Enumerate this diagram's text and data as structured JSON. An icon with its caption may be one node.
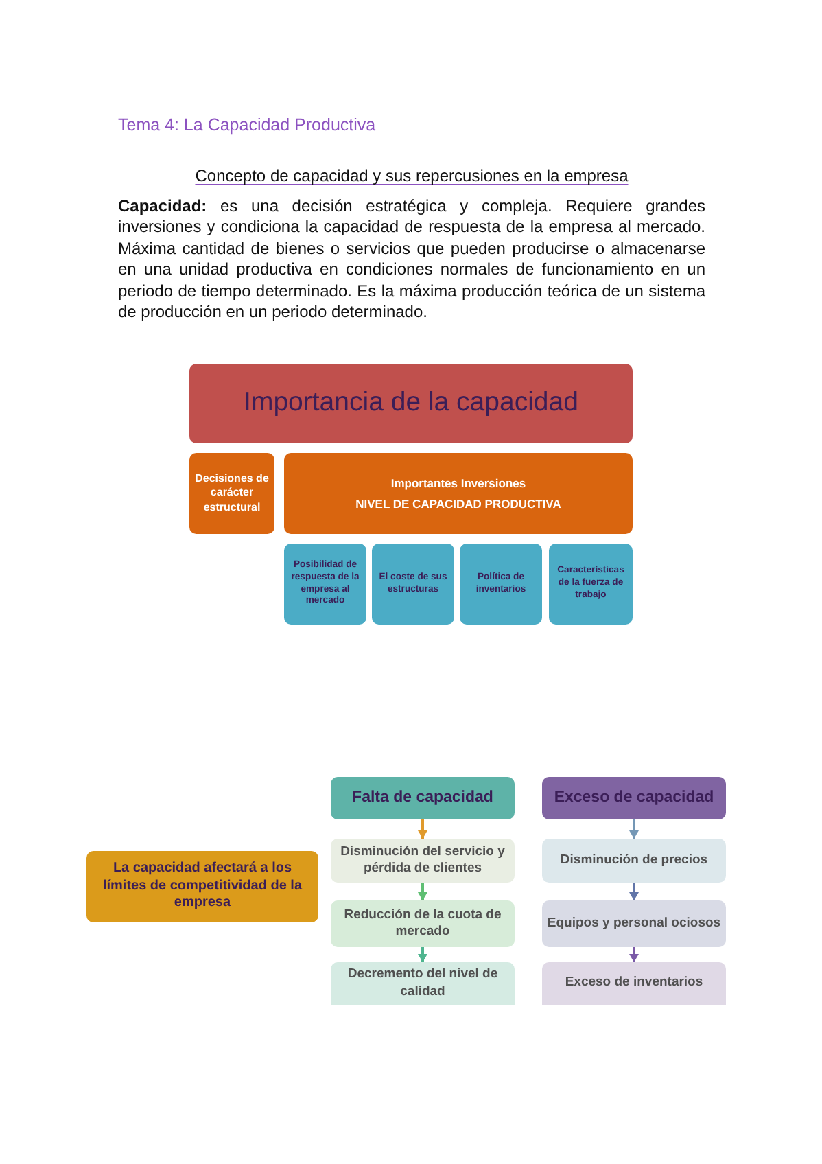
{
  "diagram": {
    "title": "Tema 4: La Capacidad Productiva",
    "nodes": [
      {
        "text": [
          "Importancia de la capacidad"
        ]
      },
      {
        "text": [
          "Decisiones de carácter estructural"
        ]
      },
      {
        "text": [
          "Importantes Inversiones",
          "NIVEL DE CAPACIDAD PRODUCTIVA"
        ]
      },
      {
        "text": [
          "Posibilidad de respuesta de la empresa al mercado"
        ]
      },
      {
        "text": [
          "El coste de sus estructuras"
        ]
      },
      {
        "text": [
          "Política de inventarios"
        ]
      },
      {
        "text": [
          "Características de la fuerza de trabajo"
        ]
      },
      {
        "text": [
          "La capacidad afectará a los límites de competitividad de la empresa"
        ]
      },
      {
        "text": [
          "Falta de capacidad"
        ]
      },
      {
        "text": [
          "Disminución del servicio y pérdida de clientes"
        ]
      },
      {
        "text": [
          "Reducción de la cuota de mercado"
        ]
      },
      {
        "text": [
          "Decremento del nivel de calidad"
        ]
      },
      {
        "text": [
          "Exceso de capacidad"
        ]
      },
      {
        "text": [
          "Disminución de precios"
        ]
      },
      {
        "text": [
          "Equipos y personal ociosos"
        ]
      },
      {
        "text": [
          "Exceso de inventarios"
        ]
      }
    ],
    "edges": [
      {
        "from": 8,
        "to": 9,
        "arrow": "to",
        "color": "#e09a2c"
      },
      {
        "from": 9,
        "to": 10,
        "arrow": "to",
        "color": "#5fbf73"
      },
      {
        "from": 10,
        "to": 11,
        "arrow": "to",
        "color": "#4fb58f"
      },
      {
        "from": 12,
        "to": 13,
        "arrow": "to",
        "color": "#7497b5"
      },
      {
        "from": 13,
        "to": 14,
        "arrow": "to",
        "color": "#6276a9"
      },
      {
        "from": 14,
        "to": 15,
        "arrow": "to",
        "color": "#7a5aa7"
      }
    ],
    "labels": [
      "Concepto de capacidad y sus repercusiones en la empresa",
      "**Capacidad:** es una decisión estratégica y compleja. Requiere grandes inversiones y condiciona la capacidad de respuesta de la empresa al mercado. Máxima cantidad de bienes o servicios que pueden producirse o almacenarse en una unidad productiva en condiciones normales de funcionamiento en un periodo de tiempo determinado. Es la máxima producción teórica de un sistema de producción en un periodo determinado."
    ]
  }
}
